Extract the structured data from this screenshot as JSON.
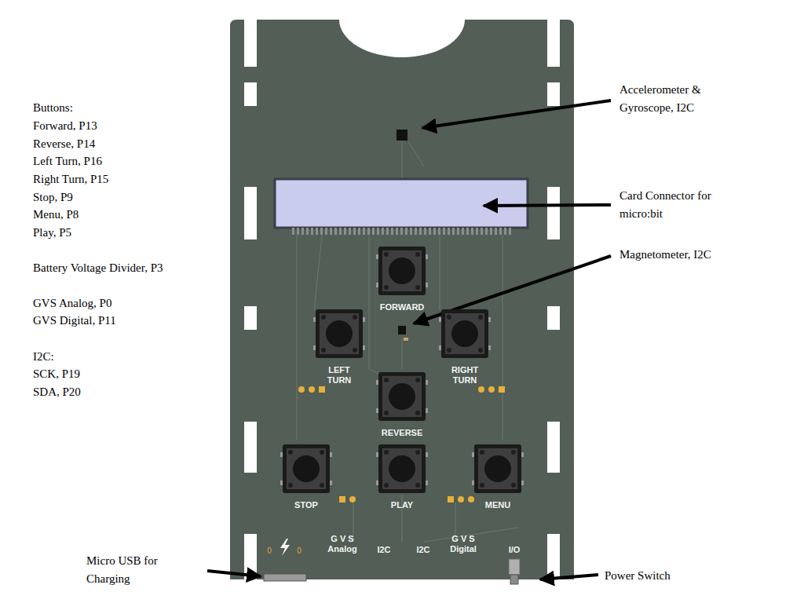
{
  "diagram": {
    "nodes": [
      {
        "text": [
          "FORWARD"
        ]
      },
      {
        "text": [
          "LEFT TURN"
        ]
      },
      {
        "text": [
          "RIGHT TURN"
        ]
      },
      {
        "text": [
          "REVERSE"
        ]
      },
      {
        "text": [
          "STOP"
        ]
      },
      {
        "text": [
          "PLAY"
        ]
      },
      {
        "text": [
          "MENU"
        ]
      }
    ],
    "labels": [
      "Buttons:",
      "Forward, P13",
      "Reverse, P14",
      "Left Turn, P16",
      "Right Turn, P15",
      "Stop, P9",
      "Menu, P8",
      "Play, P5",
      "Battery Voltage Divider, P3",
      "GVS Analog, P0",
      "GVS Digital, P11",
      "I2C:",
      "SCK, P19",
      "SDA, P20",
      "Accelerometer & Gyroscope, I2C",
      "Card Connector for micro:bit",
      "Magnetometer, I2C",
      "Micro USB for Charging",
      "Power Switch",
      "0",
      "0",
      "G V S Analog",
      "I2C",
      "I2C",
      "G V S Digital",
      "I/O"
    ]
  }
}
